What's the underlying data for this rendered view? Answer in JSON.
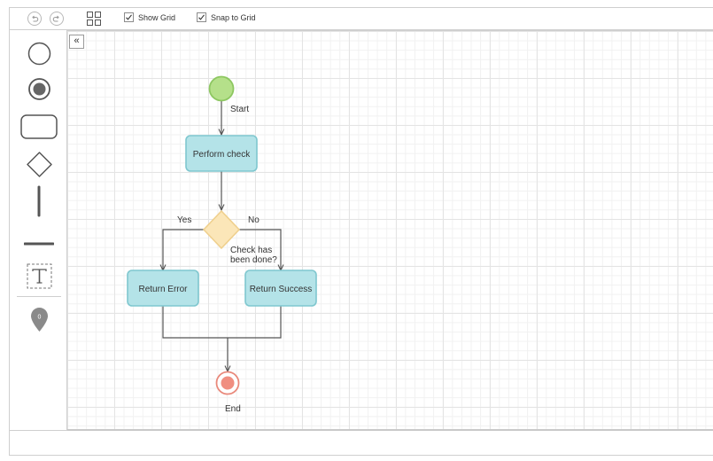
{
  "toolbar": {
    "undo_icon": "undo-icon",
    "redo_icon": "redo-icon",
    "layout_icon": "grid-layout-icon",
    "show_grid": {
      "label": "Show Grid",
      "checked": true
    },
    "snap_to_grid": {
      "label": "Snap to Grid",
      "checked": true
    }
  },
  "palette": {
    "items": [
      {
        "name": "start-event-shape",
        "icon": "circle-icon"
      },
      {
        "name": "end-event-shape",
        "icon": "filled-circle-icon"
      },
      {
        "name": "activity-shape",
        "icon": "rounded-rectangle-icon"
      },
      {
        "name": "decision-shape",
        "icon": "diamond-icon"
      },
      {
        "name": "vertical-line-shape",
        "icon": "vertical-line-icon"
      },
      {
        "name": "horizontal-line-shape",
        "icon": "horizontal-line-icon"
      },
      {
        "name": "text-shape",
        "icon": "text-icon"
      },
      {
        "name": "location-marker",
        "icon": "map-pin-icon",
        "badge": "0"
      }
    ]
  },
  "canvas": {
    "collapse_label": "«",
    "nodes": {
      "start": {
        "label": "Start",
        "color": "#b5e08a"
      },
      "perform_check": {
        "label": "Perform check",
        "color": "#b4e3e8"
      },
      "decision": {
        "label_line1": "Check has",
        "label_line2": "been done?",
        "color": "#fbe6b8"
      },
      "return_error": {
        "label": "Return Error",
        "color": "#b4e3e8"
      },
      "return_success": {
        "label": "Return Success",
        "color": "#b4e3e8"
      },
      "end": {
        "label": "End",
        "color": "#f08e80"
      }
    },
    "edges": {
      "yes_label": "Yes",
      "no_label": "No"
    }
  }
}
